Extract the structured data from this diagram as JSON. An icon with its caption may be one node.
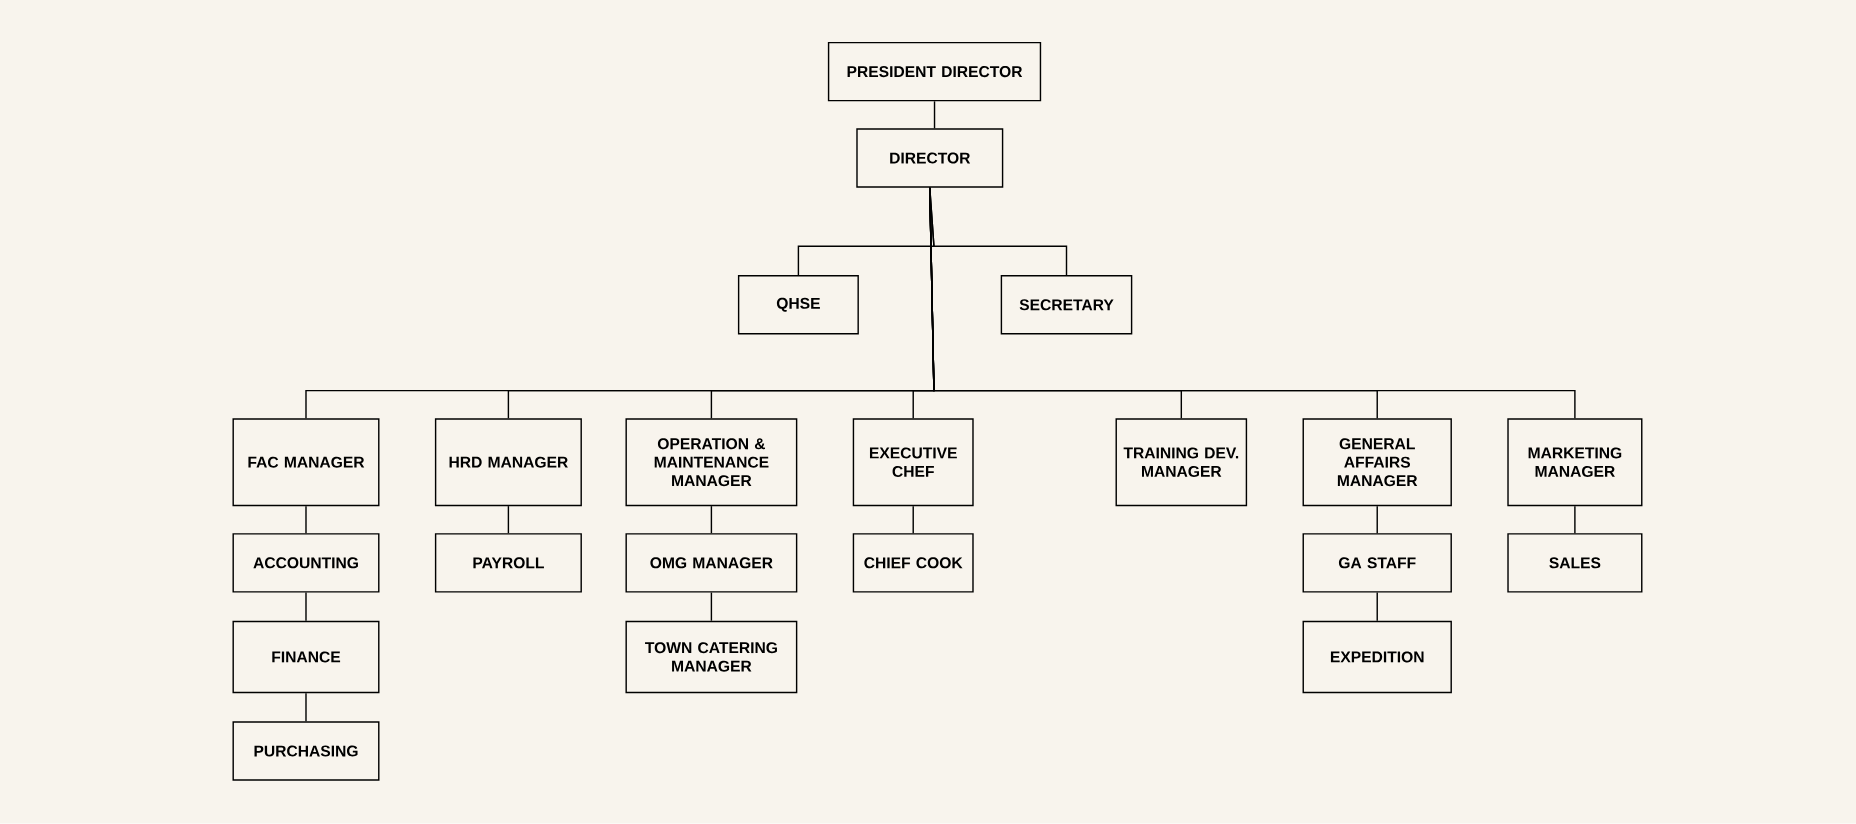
{
  "diagram": {
    "nodes": [
      {
        "text": [
          "PRESIDENT DIRECTOR"
        ]
      },
      {
        "text": [
          "DIRECTOR"
        ]
      },
      {
        "text": [
          "QHSE"
        ]
      },
      {
        "text": [
          "SECRETARY"
        ]
      },
      {
        "text": [
          "FAC MANAGER"
        ]
      },
      {
        "text": [
          "HRD MANAGER"
        ]
      },
      {
        "text": [
          "OPERATION & MAINTENANCE MANAGER"
        ]
      },
      {
        "text": [
          "EXECUTIVE CHEF"
        ]
      },
      {
        "text": [
          "TRAINING DEV. MANAGER"
        ]
      },
      {
        "text": [
          "GENERAL AFFAIRS MANAGER"
        ]
      },
      {
        "text": [
          "MARKETING MANAGER"
        ]
      },
      {
        "text": [
          "ACCOUNTING"
        ]
      },
      {
        "text": [
          "FINANCE"
        ]
      },
      {
        "text": [
          "PURCHASING"
        ]
      },
      {
        "text": [
          "PAYROLL"
        ]
      },
      {
        "text": [
          "OMG MANAGER"
        ]
      },
      {
        "text": [
          "TOWN CATERING MANAGER"
        ]
      },
      {
        "text": [
          "CHIEF COOK"
        ]
      },
      {
        "text": [
          "GA STAFF"
        ]
      },
      {
        "text": [
          "EXPEDITION"
        ]
      },
      {
        "text": [
          "SALES"
        ]
      }
    ],
    "edges": [
      {
        "from": 0,
        "to": 1,
        "arrow": "none"
      },
      {
        "from": 1,
        "to": 2,
        "arrow": "none"
      },
      {
        "from": 1,
        "to": 3,
        "arrow": "none"
      },
      {
        "from": 1,
        "to": 4,
        "arrow": "none"
      },
      {
        "from": 1,
        "to": 5,
        "arrow": "none"
      },
      {
        "from": 1,
        "to": 6,
        "arrow": "none"
      },
      {
        "from": 1,
        "to": 7,
        "arrow": "none"
      },
      {
        "from": 1,
        "to": 8,
        "arrow": "none"
      },
      {
        "from": 1,
        "to": 9,
        "arrow": "none"
      },
      {
        "from": 1,
        "to": 10,
        "arrow": "none"
      },
      {
        "from": 4,
        "to": 11,
        "arrow": "none"
      },
      {
        "from": 11,
        "to": 12,
        "arrow": "none"
      },
      {
        "from": 12,
        "to": 13,
        "arrow": "none"
      },
      {
        "from": 5,
        "to": 14,
        "arrow": "none"
      },
      {
        "from": 6,
        "to": 15,
        "arrow": "none"
      },
      {
        "from": 15,
        "to": 16,
        "arrow": "none"
      },
      {
        "from": 7,
        "to": 17,
        "arrow": "none"
      },
      {
        "from": 9,
        "to": 18,
        "arrow": "none"
      },
      {
        "from": 18,
        "to": 19,
        "arrow": "none"
      },
      {
        "from": 10,
        "to": 20,
        "arrow": "none"
      }
    ]
  }
}
